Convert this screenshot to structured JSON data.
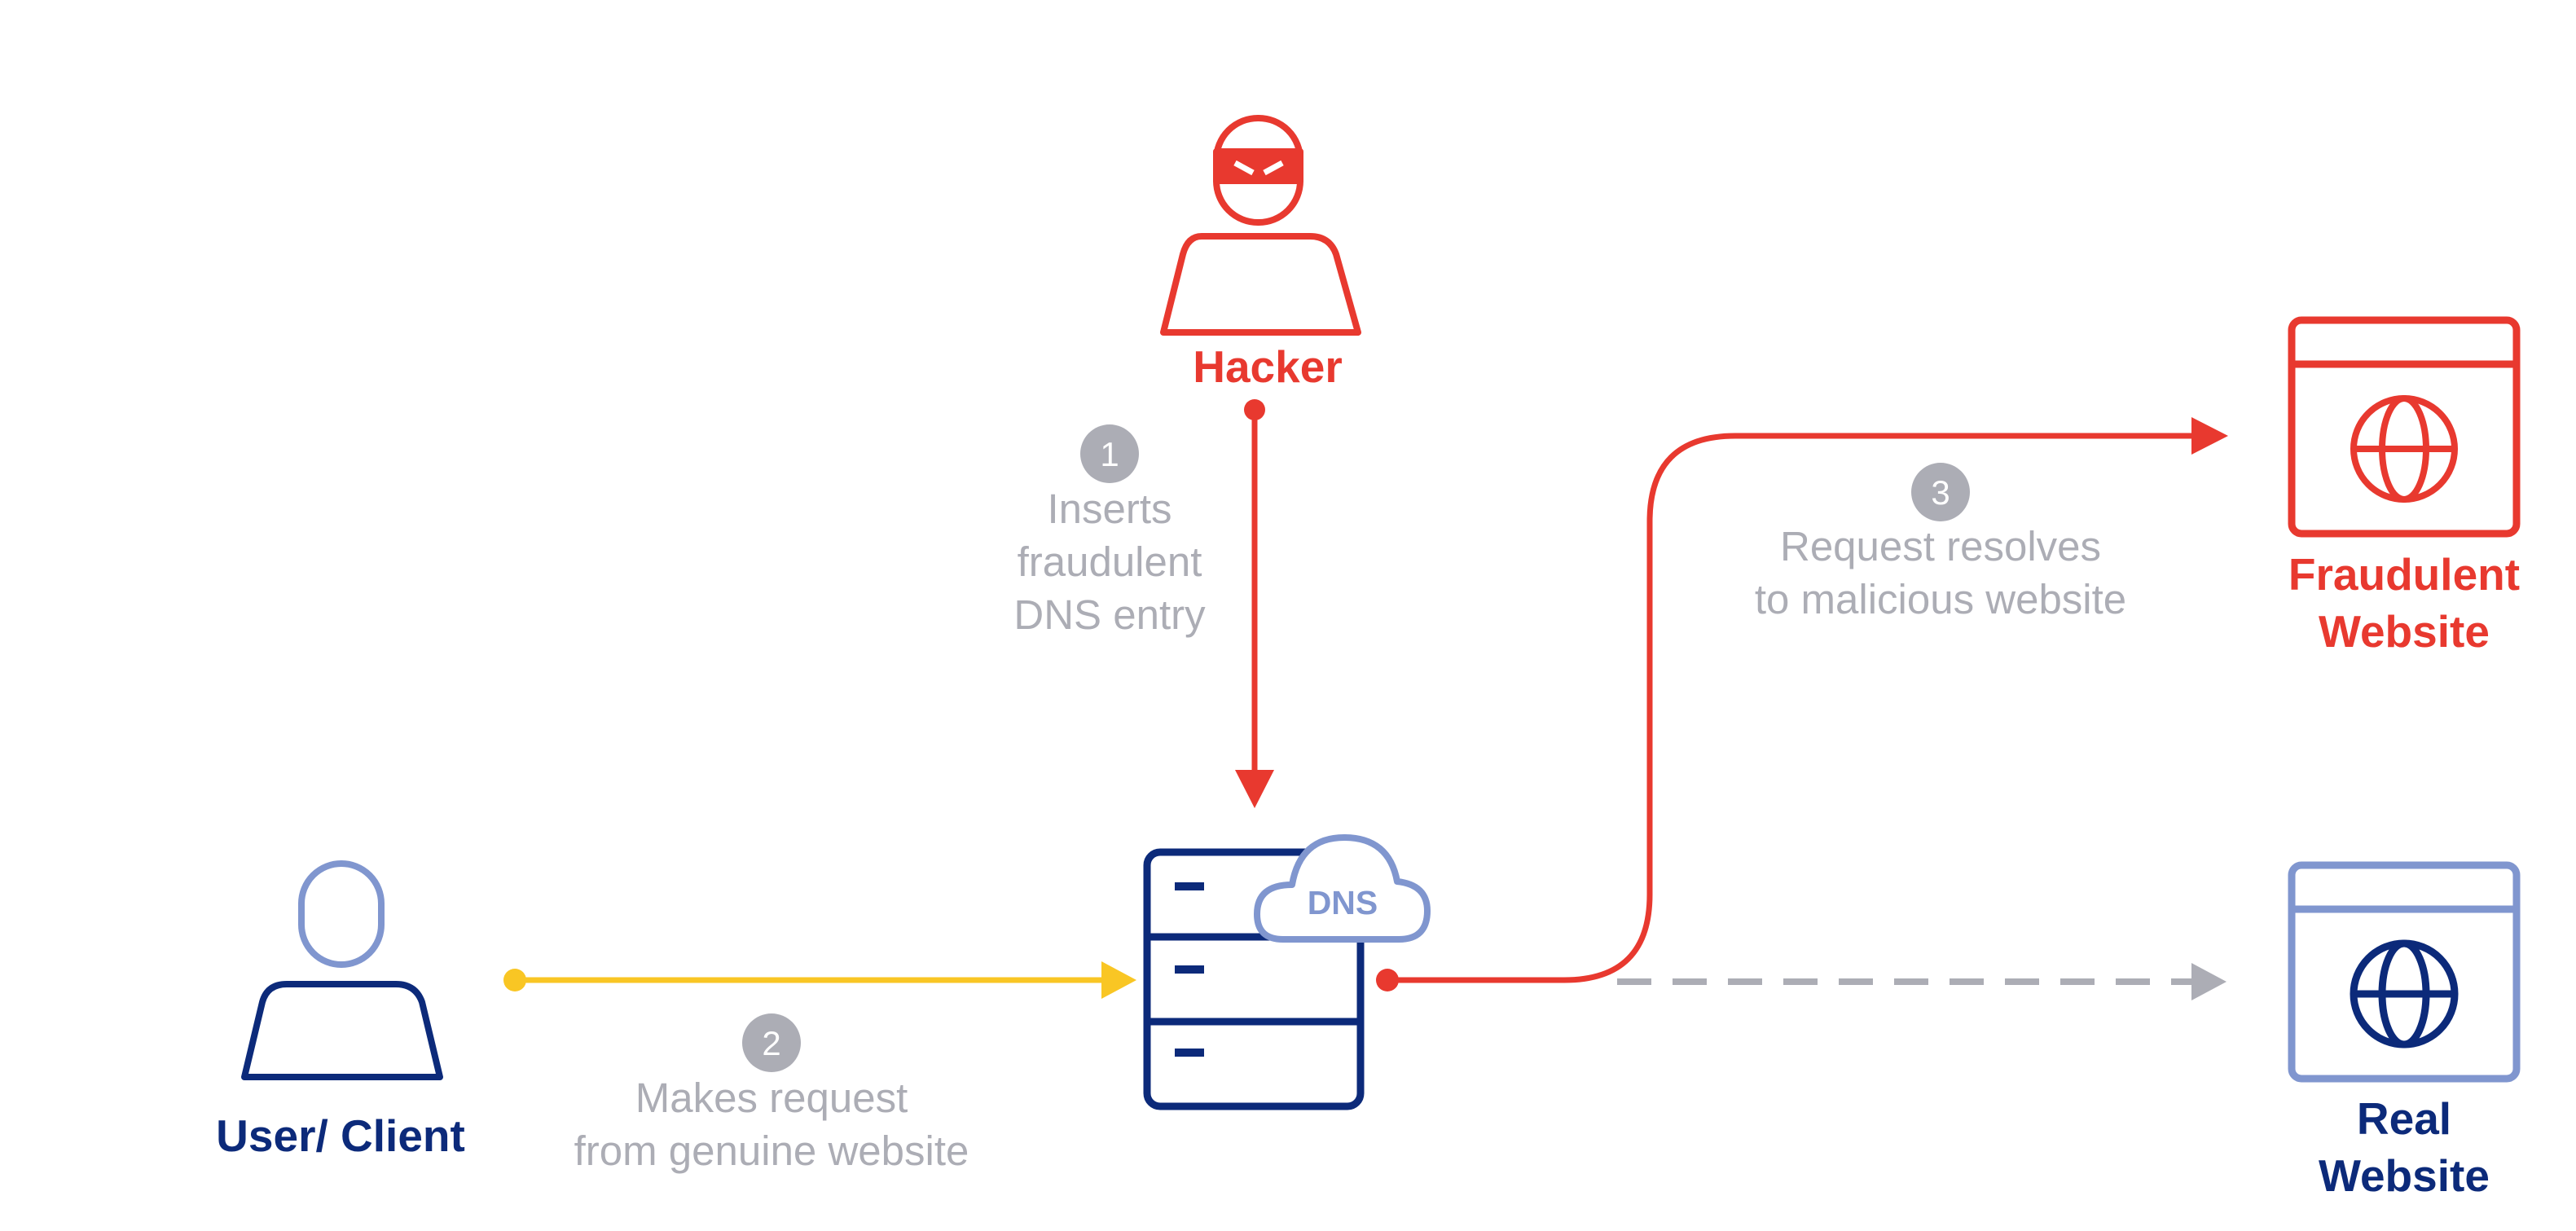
{
  "colors": {
    "red": "#e8392f",
    "navy": "#0c2a7a",
    "light_blue": "#8096cf",
    "yellow": "#f9c624",
    "gray": "#acadb5"
  },
  "actors": {
    "hacker": {
      "label": "Hacker",
      "icon": "hacker-icon"
    },
    "user": {
      "label": "User/ Client",
      "icon": "user-icon"
    },
    "dns": {
      "label": "DNS",
      "icon": "dns-server-icon"
    },
    "fraudulent": {
      "line1": "Fraudulent",
      "line2": "Website",
      "icon": "browser-globe-icon"
    },
    "real": {
      "line1": "Real",
      "line2": "Website",
      "icon": "browser-globe-icon"
    }
  },
  "steps": [
    {
      "number": "1",
      "lines": [
        "Inserts",
        "fraudulent",
        "DNS entry"
      ]
    },
    {
      "number": "2",
      "lines": [
        "Makes request",
        "from genuine website"
      ]
    },
    {
      "number": "3",
      "lines": [
        "Request resolves",
        "to malicious website"
      ]
    }
  ]
}
